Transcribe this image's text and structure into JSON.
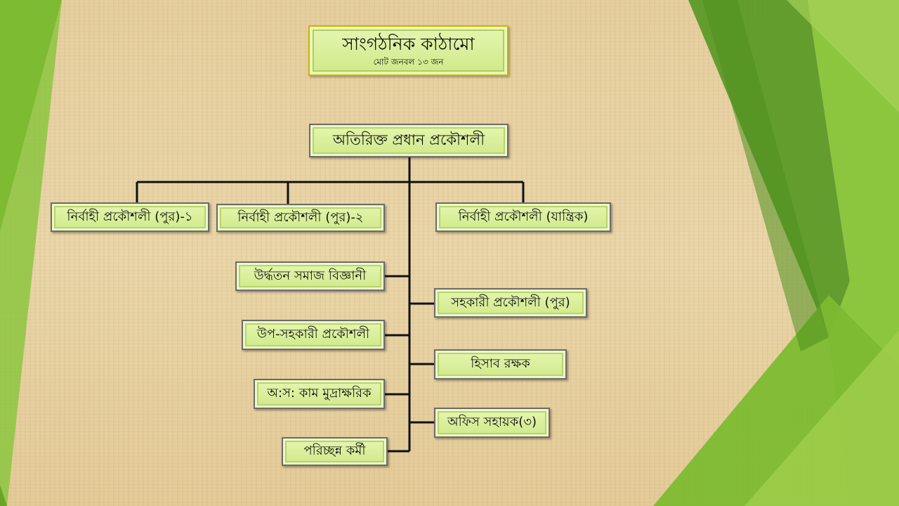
{
  "title": {
    "main": "সাংগঠনিক কাঠামো",
    "sub": "মোট জনবল ১৩ জন"
  },
  "org": {
    "head": "অতিরিক্ত প্রধান প্রকৌশলী",
    "executives": [
      "নির্বাহী প্রকৌশলী (পুর)-১",
      "নির্বাহী প্রকৌশলী (পুর)-২",
      "নির্বাহী প্রকৌশলী (যান্ত্রিক)"
    ],
    "left_staff": [
      "উর্দ্ধতন সমাজ বিজ্ঞানী",
      "উপ-সহকারী প্রকৌশলী",
      "অ:স: কাম মুদ্রাক্ষরিক",
      "পরিচ্ছন্ন কর্মী"
    ],
    "right_staff": [
      "সহকারী প্রকৌশলী (পুর)",
      "হিসাব রক্ষক",
      "অফিস সহায়ক(৩)"
    ]
  },
  "colors": {
    "background": "#e6cf9f",
    "box_fill": "#d8ef9c",
    "title_border": "#c9b400",
    "deco_green_dark": "#4f8f1f",
    "deco_green_light": "#8cc63f"
  }
}
